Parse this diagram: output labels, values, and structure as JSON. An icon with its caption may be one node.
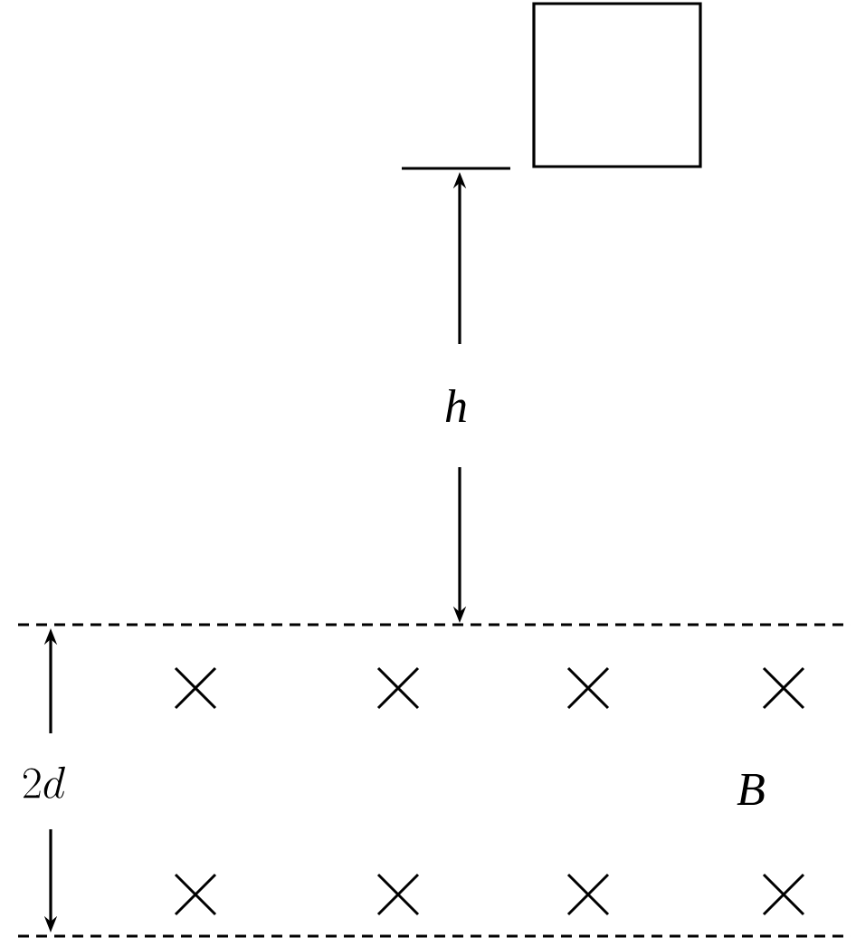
{
  "diagram": {
    "nodes": [
      {
        "text": [],
        "shape": "box"
      }
    ],
    "labels": [
      "h",
      "2d",
      "B"
    ]
  }
}
